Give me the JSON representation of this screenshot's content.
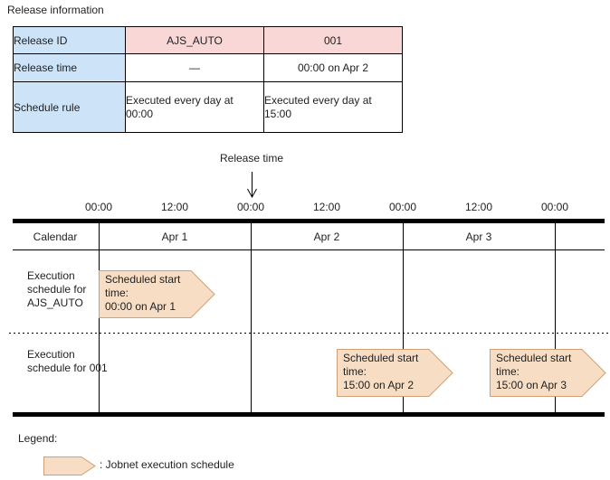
{
  "page_title": "Release information",
  "release_table": {
    "rows": [
      {
        "cells": [
          "Release ID",
          "AJS_AUTO",
          "001"
        ]
      },
      {
        "cells": [
          "Release time",
          "—",
          "00:00 on Apr 2"
        ]
      },
      {
        "cells": [
          "Schedule rule",
          "Executed every day at 00:00",
          "Executed every day at 15:00"
        ]
      }
    ]
  },
  "timeline": {
    "release_time_pointer": "Release time",
    "ticks": [
      "00:00",
      "12:00",
      "00:00",
      "12:00",
      "00:00",
      "12:00",
      "00:00"
    ],
    "calendar_row_label": "Calendar",
    "days": [
      "Apr 1",
      "Apr 2",
      "Apr 3"
    ],
    "schedule_rows": [
      {
        "label": "Execution schedule for AJS_AUTO",
        "callouts": [
          {
            "label": "Scheduled start time:",
            "value": "00:00 on Apr 1"
          }
        ]
      },
      {
        "label": "Execution schedule for 001",
        "callouts": [
          {
            "label": "Scheduled start time:",
            "value": "15:00 on Apr 2"
          },
          {
            "label": "Scheduled start time:",
            "value": "15:00 on Apr 3"
          }
        ]
      }
    ]
  },
  "legend": {
    "title": "Legend:",
    "entry_label": ": Jobnet execution schedule"
  },
  "colors": {
    "row_header_blue": "#cde3f8",
    "column_header_pink": "#f9d7d7",
    "callout_fill": "#f6ddc4",
    "callout_border": "#cfa077",
    "line_black": "#000000"
  }
}
